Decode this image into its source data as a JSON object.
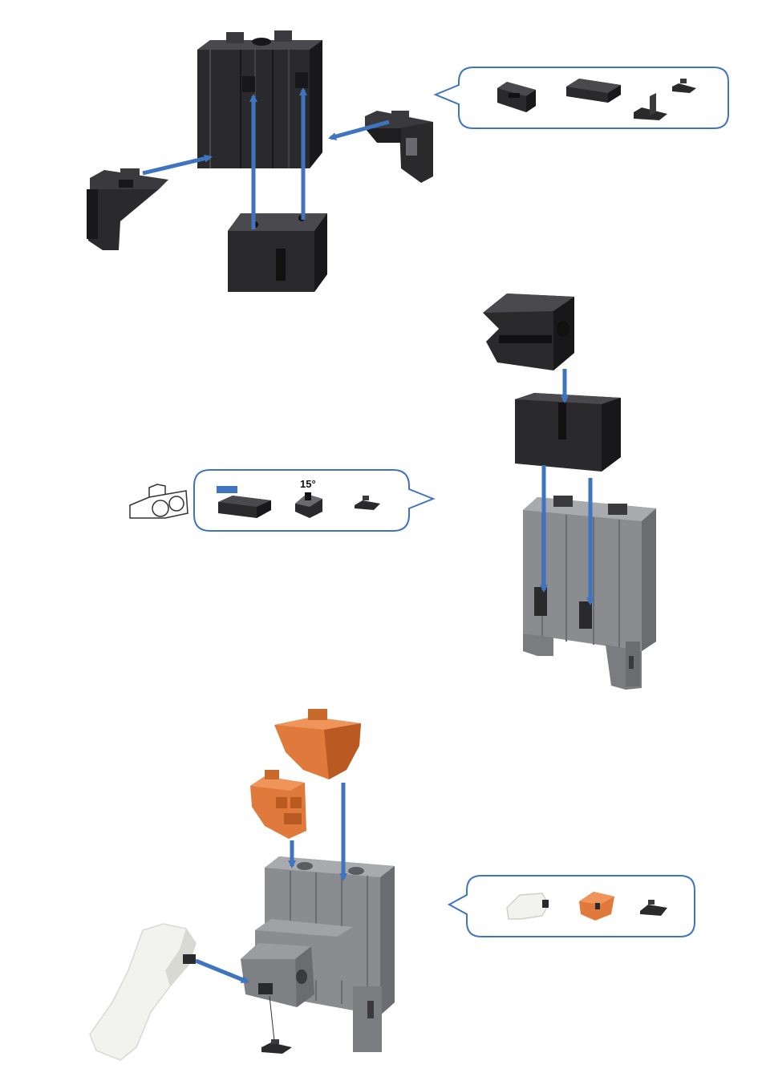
{
  "page": {
    "background": "#ffffff"
  },
  "colors": {
    "arrow": "#3f74c0",
    "black_part": "#2a2a2c",
    "black_part_light": "#4a4a4e",
    "black_part_dark": "#18181a",
    "gray_part": "#8a8c90",
    "gray_part_light": "#a8aaae",
    "gray_part_dark": "#6a6c70",
    "orange_part": "#e07a3c",
    "orange_part_light": "#f0955a",
    "orange_part_dark": "#b85a22",
    "white_part": "#f2f3ee",
    "white_part_shade": "#d8dad2",
    "callout_border": "#3f74c0",
    "outline_icon": "#333333",
    "minus_indicator": "#3f74c0"
  },
  "steps": [
    {
      "name": "step-1-black-assembly",
      "parts_callout": [
        "black-block-icon",
        "black-plate-icon",
        "black-corner-bracket-icon",
        "black-clip-icon"
      ]
    },
    {
      "name": "step-2-gray-assembly",
      "parts_callout": [
        "black-plate-icon",
        "black-angle-block-icon",
        "black-clip-icon"
      ]
    },
    {
      "name": "step-3-orange-white-assembly",
      "parts_callout": [
        "white-curved-piece-icon",
        "orange-cap-icon",
        "black-clip-icon"
      ]
    }
  ],
  "callout_2": {
    "angle_label": "15°",
    "minus_indicator_icon": "minus-icon",
    "reference_icon": "outline-part-reference-icon"
  }
}
